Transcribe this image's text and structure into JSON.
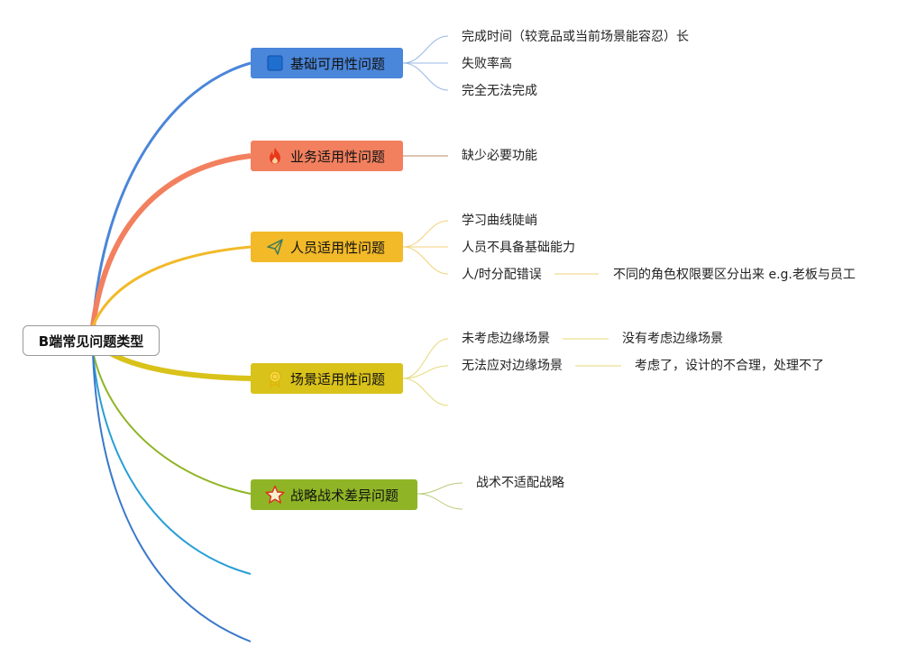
{
  "root": {
    "title": "B端常见问题类型"
  },
  "branches": [
    {
      "id": "basic",
      "title": "基础可用性问题",
      "color": "#4a86d9",
      "icon": "square-icon",
      "items": [
        "完成时间（较竞品或当前场景能容忍）长",
        "失败率高",
        "完全无法完成"
      ]
    },
    {
      "id": "business",
      "title": "业务适用性问题",
      "color": "#f2805f",
      "icon": "flame-icon",
      "items": [
        "缺少必要功能"
      ]
    },
    {
      "id": "people",
      "title": "人员适用性问题",
      "color": "#f2b928",
      "icon": "paper-plane-icon",
      "items": [
        "学习曲线陡峭",
        "人员不具备基础能力",
        "人/时分配错误"
      ],
      "sub": {
        "item_index": 2,
        "text": "不同的角色权限要区分出来  e.g.老板与员工"
      }
    },
    {
      "id": "scene",
      "title": "场景适用性问题",
      "color": "#d9c21a",
      "icon": "badge-icon",
      "items": [
        "未考虑边缘场景",
        "无法应对边缘场景"
      ],
      "subs": [
        "没有考虑边缘场景",
        "考虑了，设计的不合理，处理不了"
      ]
    },
    {
      "id": "strategy",
      "title": "战略战术差异问题",
      "color": "#8fb526",
      "icon": "star-icon",
      "items": [
        "战术不适配战略"
      ]
    }
  ],
  "colors": {
    "blue": "#4a86d9",
    "orange": "#f2805f",
    "yellow": "#f2b928",
    "olive": "#d9c21a",
    "green": "#8fb526",
    "cyan": "#2a9fd6",
    "navy": "#3a78c9"
  }
}
